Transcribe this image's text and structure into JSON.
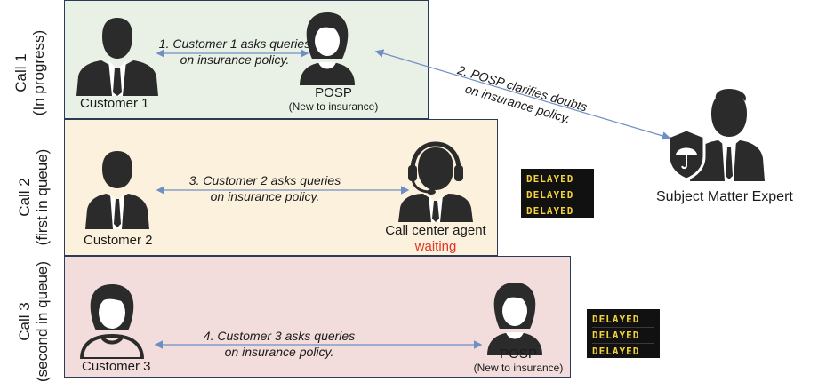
{
  "calls": [
    {
      "line1": "Call 1",
      "line2": "(In progress)"
    },
    {
      "line1": "Call 2",
      "line2": "(first in queue)"
    },
    {
      "line1": "Call 3",
      "line2": "(second in queue)"
    }
  ],
  "people": {
    "customer1": "Customer 1",
    "posp1": "POSP",
    "posp1_sub": "(New to insurance)",
    "customer2": "Customer 2",
    "agent": "Call center agent",
    "agent_status": "waiting",
    "customer3": "Customer 3",
    "posp3": "POSP",
    "posp3_sub": "(New to insurance)",
    "expert": "Subject Matter Expert"
  },
  "steps": {
    "s1a": "1. Customer 1 asks queries",
    "s1b": "on insurance policy.",
    "s2a": "2. POSP clarifies doubts",
    "s2b": "on insurance policy.",
    "s3a": "3. Customer 2 asks queries",
    "s3b": "on insurance policy.",
    "s4a": "4. Customer 3 asks queries",
    "s4b": "on insurance policy."
  },
  "board": {
    "line1": "DELAYED",
    "line2": "DELAYED",
    "line3": "DELAYED"
  },
  "colors": {
    "arrow": "#6f8fc4",
    "status": "#e53424",
    "board_text": "#f3d23a",
    "icon": "#2b2b2b"
  },
  "icons": [
    "businessman-icon",
    "woman-icon",
    "headset-agent-icon",
    "shield-umbrella-expert-icon"
  ]
}
